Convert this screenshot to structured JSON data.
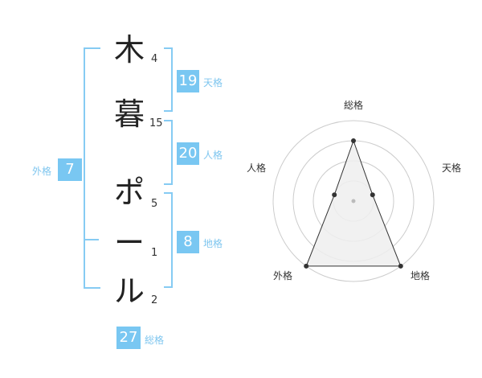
{
  "name": {
    "characters": [
      {
        "char": "木",
        "strokes": "4"
      },
      {
        "char": "暮",
        "strokes": "15"
      },
      {
        "char": "ポ",
        "strokes": "5"
      },
      {
        "char": "ー",
        "strokes": "1"
      },
      {
        "char": "ル",
        "strokes": "2"
      }
    ]
  },
  "fortune": {
    "tenkaku": {
      "label": "天格",
      "value": "19"
    },
    "jinkaku": {
      "label": "人格",
      "value": "20"
    },
    "chikaku": {
      "label": "地格",
      "value": "8"
    },
    "gaikaku": {
      "label": "外格",
      "value": "7"
    },
    "soukaku": {
      "label": "総格",
      "value": "27"
    }
  },
  "radar": {
    "labels": {
      "soukaku": "総格",
      "tenkaku": "天格",
      "chikaku": "地格",
      "gaikaku": "外格",
      "jinkaku": "人格"
    },
    "levels": 4,
    "scores": {
      "soukaku": 3,
      "tenkaku": 1,
      "chikaku": 4,
      "gaikaku": 4,
      "jinkaku": 1
    }
  },
  "colors": {
    "accent": "#79c7f2",
    "bracket": "#86cbf3",
    "radar_grid": "#cccccc",
    "radar_line": "#333333",
    "radar_fill": "#efefef"
  }
}
